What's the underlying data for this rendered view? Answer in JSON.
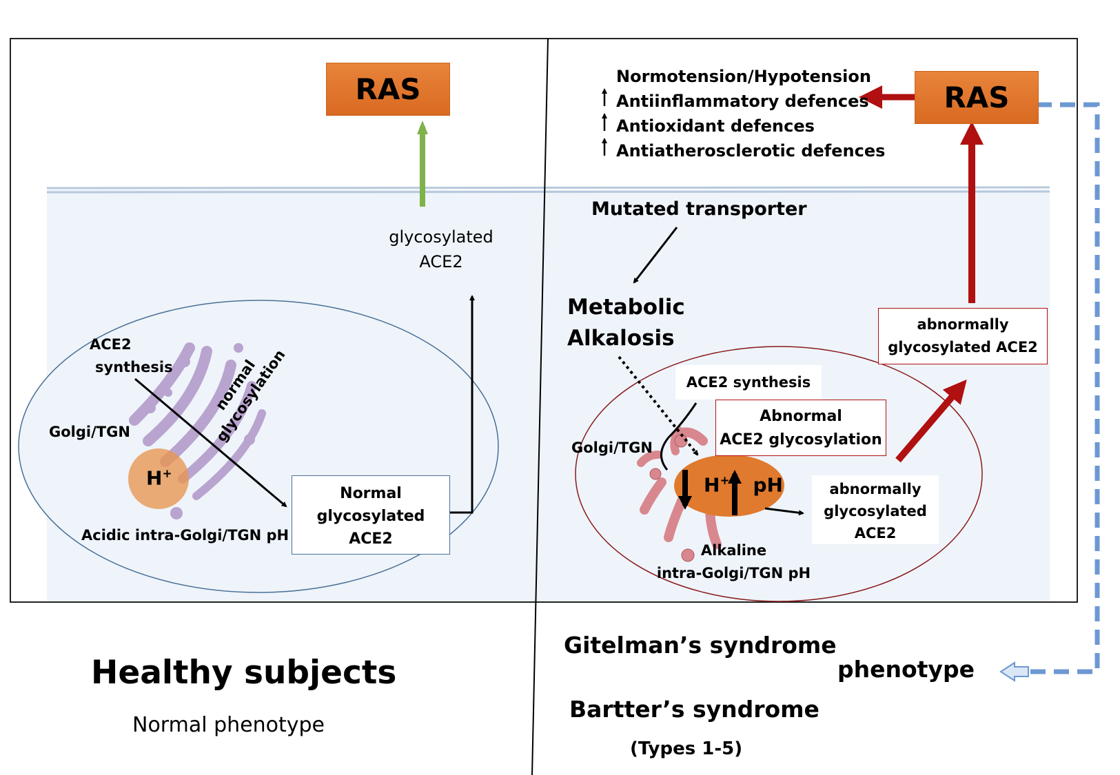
{
  "left_panel": {
    "ras_label": "RAS",
    "glycosylated_ace2_line1": "glycosylated",
    "glycosylated_ace2_line2": "ACE2",
    "ace2_synthesis_line1": "ACE2",
    "ace2_synthesis_line2": "synthesis",
    "normal_glycosylation_line1": "normal",
    "normal_glycosylation_line2": "glycosylation",
    "golgi_label": "Golgi/TGN",
    "proton_label": "H",
    "proton_sup": "+",
    "acidic_ph_label": "Acidic intra-Golgi/TGN pH",
    "normal_box_line1": "Normal",
    "normal_box_line2": "glycosylated",
    "normal_box_line3": "ACE2"
  },
  "right_panel": {
    "ras_label": "RAS",
    "effects": [
      {
        "text": "Normotension/Hypotension",
        "arrow": false
      },
      {
        "text": "Antiinflammatory defences",
        "arrow": true
      },
      {
        "text": "Antioxidant defences",
        "arrow": true
      },
      {
        "text": "Antiatherosclerotic defences",
        "arrow": true
      }
    ],
    "mutated_transporter": "Mutated transporter",
    "metabolic_line1": "Metabolic",
    "metabolic_line2": "Alkalosis",
    "ace2_synthesis": "ACE2 synthesis",
    "abnormal_glyc_line1": "Abnormal",
    "abnormal_glyc_line2": "ACE2 glycosylation",
    "golgi_label": "Golgi/TGN",
    "proton_label": "H",
    "proton_sup": "+",
    "ph_label": "pH",
    "abnormal_ace2_inner_line1": "abnormally",
    "abnormal_ace2_inner_line2": "glycosylated",
    "abnormal_ace2_inner_line3": "ACE2",
    "alkaline_line1": "Alkaline",
    "alkaline_line2": "intra-Golgi/TGN pH",
    "abnormal_ace2_top_line1": "abnormally",
    "abnormal_ace2_top_line2": "glycosylated ACE2"
  },
  "bottom": {
    "healthy_title": "Healthy subjects",
    "healthy_sub": "Normal phenotype",
    "gitelman": "Gitelman’s syndrome",
    "phenotype": "phenotype",
    "bartter": "Bartter’s syndrome",
    "types": "(Types 1-5)"
  },
  "colors": {
    "ras_orange": "#e07a2e",
    "cell_fill": "#eef4fa",
    "golgi_purple": "#b9a3cf",
    "golgi_pink": "#d9878e",
    "proton_orange": "#e8954f",
    "dark_red_arrow": "#b01010",
    "green_arrow": "#7fb24a",
    "dashed_blue": "#6d98d2"
  }
}
